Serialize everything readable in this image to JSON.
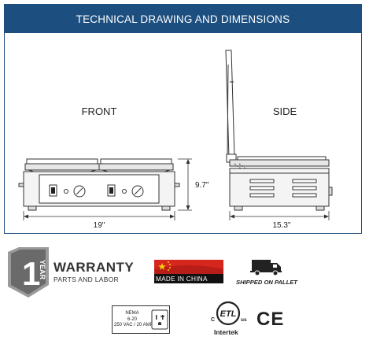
{
  "header": {
    "title": "TECHNICAL DRAWING AND DIMENSIONS"
  },
  "views": {
    "front_label": "FRONT",
    "side_label": "SIDE"
  },
  "dimensions": {
    "front_width": "19\"",
    "height": "9.7\"",
    "side_depth": "15.3\""
  },
  "warranty": {
    "badge_number": "1",
    "badge_word": "YEAR",
    "title": "WARRANTY",
    "subtitle": "PARTS AND LABOR"
  },
  "origin": {
    "label": "MADE IN CHINA",
    "flag_color": "#d7261e"
  },
  "shipping": {
    "label": "SHIPPED ON PALLET",
    "icon": "truck-icon"
  },
  "electrical": {
    "standard": "NEMA",
    "plug": "6-20",
    "rating": "250 VAC / 20 AMP",
    "icon": "outlet-icon"
  },
  "certifications": {
    "etl_mark": "ETL",
    "c_mark": "C",
    "us_mark": "us",
    "etl_sub": "Intertek",
    "ce_mark": "CE"
  },
  "colors": {
    "header_bg": "#1c4f80",
    "header_text": "#ffffff"
  }
}
